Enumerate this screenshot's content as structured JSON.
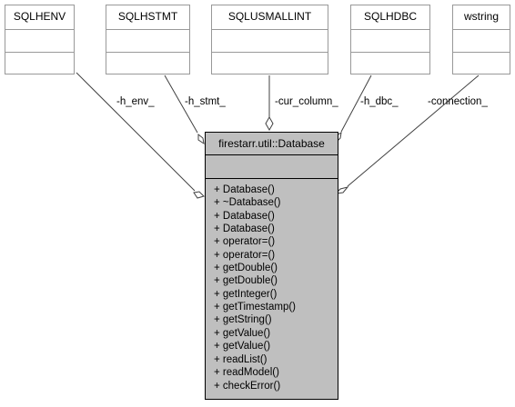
{
  "classes": {
    "sqlhenv": "SQLHENV",
    "sqlhstmt": "SQLHSTMT",
    "sqlusmallint": "SQLUSMALLINT",
    "sqlhdbc": "SQLHDBC",
    "wstring": "wstring"
  },
  "main_class": {
    "title": "firestarr.util::Database",
    "methods": [
      "+ Database()",
      "+ ~Database()",
      "+ Database()",
      "+ Database()",
      "+ operator=()",
      "+ operator=()",
      "+ getDouble()",
      "+ getDouble()",
      "+ getInteger()",
      "+ getTimestamp()",
      "+ getString()",
      "+ getValue()",
      "+ getValue()",
      "+ readList()",
      "+ readModel()",
      "+ checkError()"
    ]
  },
  "edges": {
    "h_env": "-h_env_",
    "h_stmt": "-h_stmt_",
    "cur_column": "-cur_column_",
    "h_dbc": "-h_dbc_",
    "connection": "-connection_"
  },
  "colors": {
    "main_fill": "#bfbfbf",
    "box_border": "#999999",
    "edge": "#404040"
  }
}
